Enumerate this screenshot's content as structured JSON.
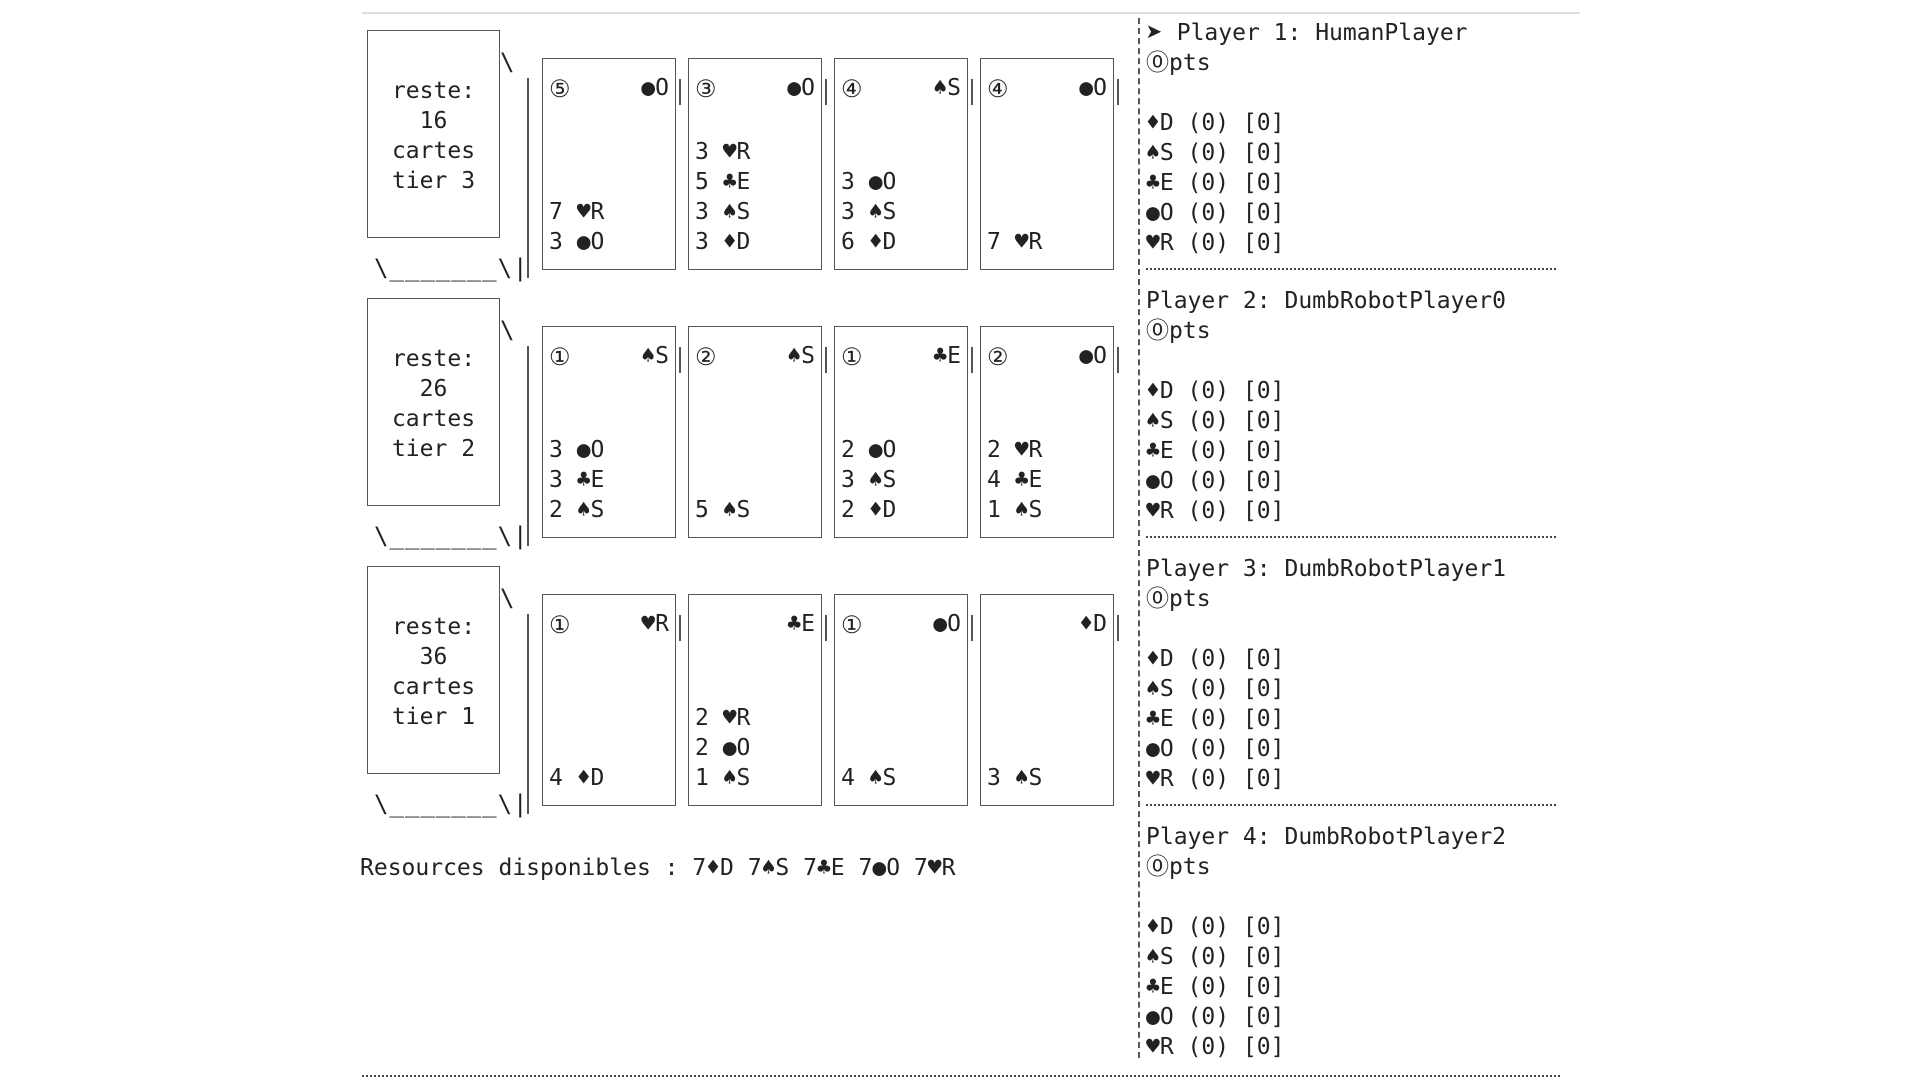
{
  "board": {
    "tiers": [
      {
        "deck": [
          "reste:",
          "16",
          "cartes",
          "tier 3"
        ],
        "cards": [
          {
            "pts": "⑤",
            "bonus": "●O",
            "cost": [
              "7 ♥R",
              "3 ●O"
            ]
          },
          {
            "pts": "③",
            "bonus": "●O",
            "cost": [
              "3 ♥R",
              "5 ♣E",
              "3 ♠S",
              "3 ♦D"
            ]
          },
          {
            "pts": "④",
            "bonus": "♠S",
            "cost": [
              "3 ●O",
              "3 ♠S",
              "6 ♦D"
            ]
          },
          {
            "pts": "④",
            "bonus": "●O",
            "cost": [
              "7 ♥R"
            ]
          }
        ]
      },
      {
        "deck": [
          "reste:",
          "26",
          "cartes",
          "tier 2"
        ],
        "cards": [
          {
            "pts": "①",
            "bonus": "♠S",
            "cost": [
              "3 ●O",
              "3 ♣E",
              "2 ♠S"
            ]
          },
          {
            "pts": "②",
            "bonus": "♠S",
            "cost": [
              "5 ♠S"
            ]
          },
          {
            "pts": "①",
            "bonus": "♣E",
            "cost": [
              "2 ●O",
              "3 ♠S",
              "2 ♦D"
            ]
          },
          {
            "pts": "②",
            "bonus": "●O",
            "cost": [
              "2 ♥R",
              "4 ♣E",
              "1 ♠S"
            ]
          }
        ]
      },
      {
        "deck": [
          "reste:",
          "36",
          "cartes",
          "tier 1"
        ],
        "cards": [
          {
            "pts": "①",
            "bonus": "♥R",
            "cost": [
              "4 ♦D"
            ]
          },
          {
            "pts": "",
            "bonus": "♣E",
            "cost": [
              "2 ♥R",
              "2 ●O",
              "1 ♠S"
            ]
          },
          {
            "pts": "①",
            "bonus": "●O",
            "cost": [
              "4 ♠S"
            ]
          },
          {
            "pts": "",
            "bonus": "♦D",
            "cost": [
              "3 ♠S"
            ]
          }
        ]
      }
    ],
    "resources": "Resources disponibles : 7♦D 7♠S 7♣E 7●O 7♥R"
  },
  "players": [
    {
      "name": "Player 1: HumanPlayer",
      "pts": "⓪pts",
      "current": true,
      "resources": [
        "♦D (0) [0]",
        "♠S (0) [0]",
        "♣E (0) [0]",
        "●O (0) [0]",
        "♥R (0) [0]"
      ]
    },
    {
      "name": "Player 2: DumbRobotPlayer0",
      "pts": "⓪pts",
      "current": false,
      "resources": [
        "♦D (0) [0]",
        "♠S (0) [0]",
        "♣E (0) [0]",
        "●O (0) [0]",
        "♥R (0) [0]"
      ]
    },
    {
      "name": "Player 3: DumbRobotPlayer1",
      "pts": "⓪pts",
      "current": false,
      "resources": [
        "♦D (0) [0]",
        "♠S (0) [0]",
        "♣E (0) [0]",
        "●O (0) [0]",
        "♥R (0) [0]"
      ]
    },
    {
      "name": "Player 4: DumbRobotPlayer2",
      "pts": "⓪pts",
      "current": false,
      "resources": [
        "♦D (0) [0]",
        "♠S (0) [0]",
        "♣E (0) [0]",
        "●O (0) [0]",
        "♥R (0) [0]"
      ]
    }
  ],
  "current_player_marker": "➤",
  "deck_decor": {
    "slant": "\\",
    "under": "\\_______\\|"
  }
}
